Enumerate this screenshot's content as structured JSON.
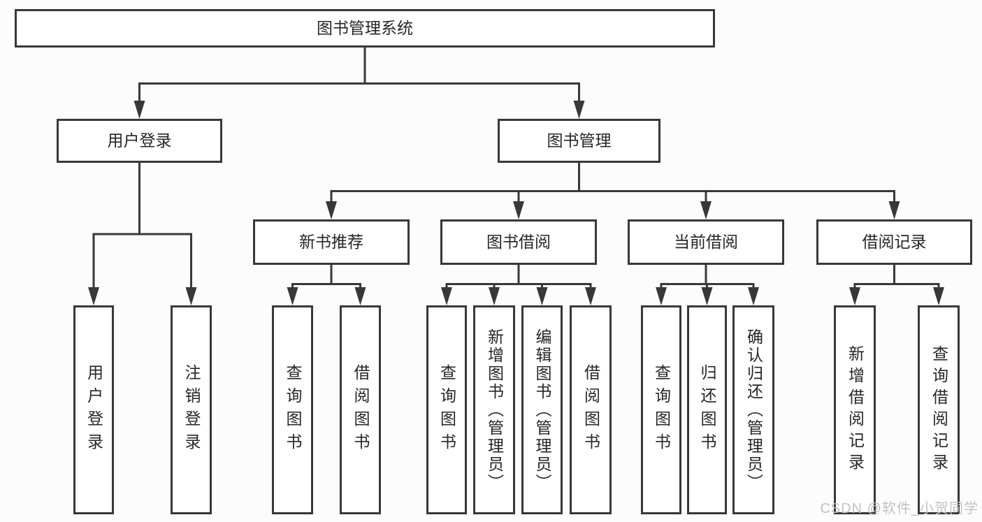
{
  "diagram": {
    "title": "图书管理系统",
    "level2": {
      "user_login": "用户登录",
      "book_management": "图书管理"
    },
    "user_login_children": {
      "user_login": "用户登录",
      "logout": "注销登录"
    },
    "level3": {
      "new_book_recommend": "新书推荐",
      "book_borrowing": "图书借阅",
      "current_borrowing": "当前借阅",
      "borrowing_records": "借阅记录"
    },
    "new_book_recommend_children": {
      "query_books": "查询图书",
      "borrow_books": "借阅图书"
    },
    "book_borrowing_children": {
      "query_books": "查询图书",
      "add_books_admin": "新增图书（管理员）",
      "edit_books_admin": "编辑图书（管理员）",
      "borrow_books": "借阅图书"
    },
    "current_borrowing_children": {
      "query_books": "查询图书",
      "return_books": "归还图书",
      "confirm_return_admin": "确认归还（管理员）"
    },
    "borrowing_records_children": {
      "add_borrow_record": "新增借阅记录",
      "query_borrow_record": "查询借阅记录"
    }
  },
  "watermark": {
    "text": "CSDN @软件_小贺同学"
  },
  "colors": {
    "line": "#383838",
    "text": "#262626",
    "watermark": "#c2c2c6",
    "background": "#fcfcfc"
  }
}
